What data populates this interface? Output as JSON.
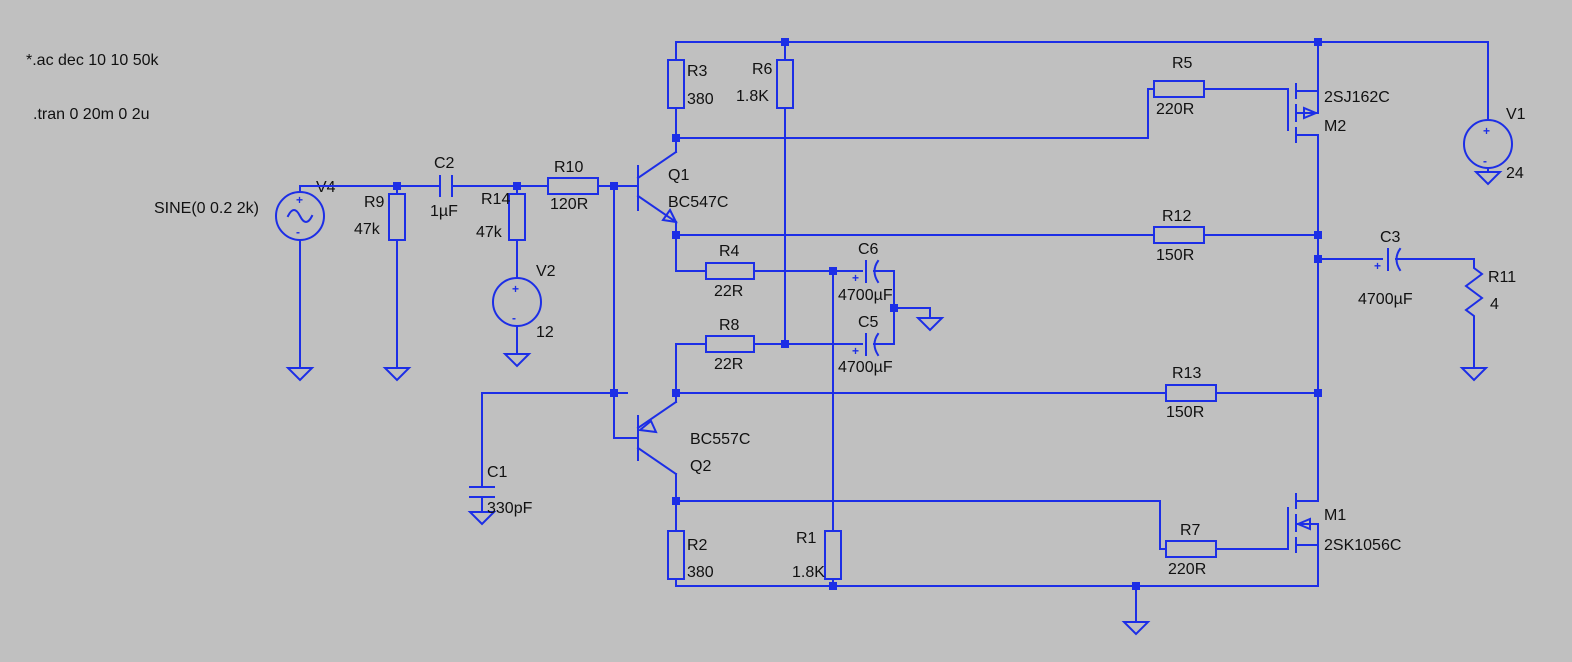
{
  "directives": {
    "ac": "*.ac dec 10 10 50k",
    "tran": ".tran 0 20m 0 2u"
  },
  "components": {
    "V4": {
      "ref": "V4",
      "value": "SINE(0 0.2 2k)"
    },
    "V2": {
      "ref": "V2",
      "value": "12"
    },
    "V1": {
      "ref": "V1",
      "value": "24"
    },
    "R9": {
      "ref": "R9",
      "value": "47k"
    },
    "R14": {
      "ref": "R14",
      "value": "47k"
    },
    "R10": {
      "ref": "R10",
      "value": "120R"
    },
    "R3": {
      "ref": "R3",
      "value": "380"
    },
    "R6": {
      "ref": "R6",
      "value": "1.8K"
    },
    "R5": {
      "ref": "R5",
      "value": "220R"
    },
    "R12": {
      "ref": "R12",
      "value": "150R"
    },
    "R4": {
      "ref": "R4",
      "value": "22R"
    },
    "R8": {
      "ref": "R8",
      "value": "22R"
    },
    "R13": {
      "ref": "R13",
      "value": "150R"
    },
    "R2": {
      "ref": "R2",
      "value": "380"
    },
    "R1": {
      "ref": "R1",
      "value": "1.8K"
    },
    "R7": {
      "ref": "R7",
      "value": "220R"
    },
    "R11": {
      "ref": "R11",
      "value": "4"
    },
    "C2": {
      "ref": "C2",
      "value": "1µF"
    },
    "C6": {
      "ref": "C6",
      "value": "4700µF"
    },
    "C5": {
      "ref": "C5",
      "value": "4700µF"
    },
    "C3": {
      "ref": "C3",
      "value": "4700µF"
    },
    "C1": {
      "ref": "C1",
      "value": "330pF"
    },
    "Q1": {
      "ref": "Q1",
      "value": "BC547C"
    },
    "Q2": {
      "ref": "Q2",
      "value": "BC557C"
    },
    "M2": {
      "ref": "M2",
      "value": "2SJ162C"
    },
    "M1": {
      "ref": "M1",
      "value": "2SK1056C"
    }
  },
  "colors": {
    "background": "#c0c0c0",
    "wire": "#1c2ee6",
    "text": "#111111"
  }
}
